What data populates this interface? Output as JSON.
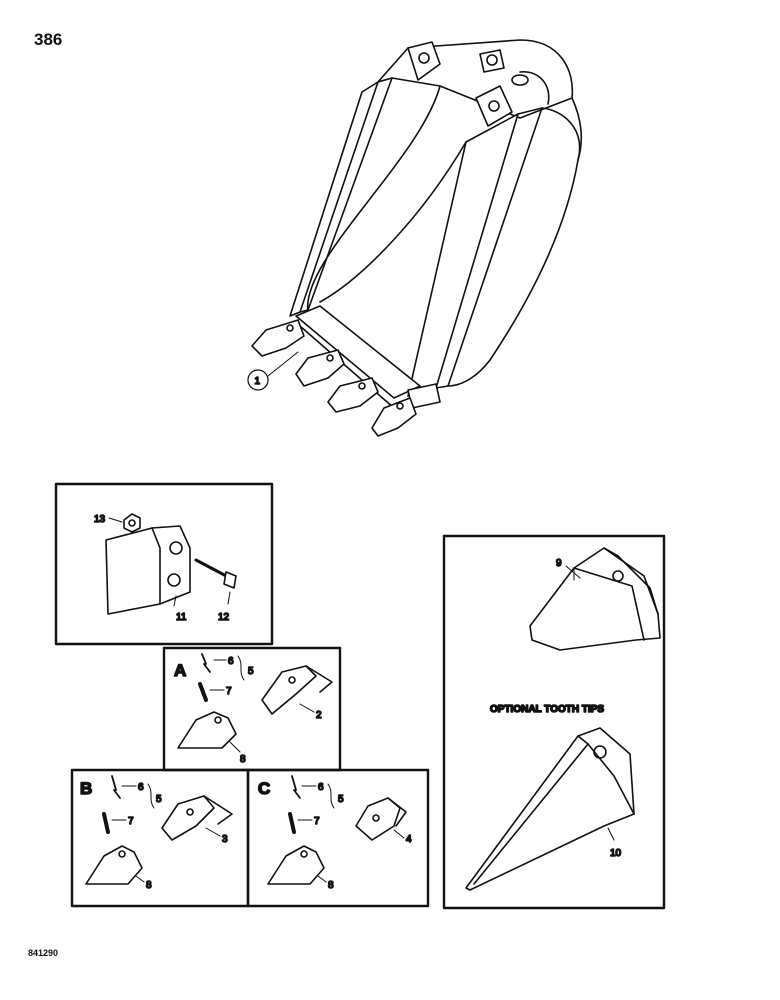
{
  "page_number": "386",
  "drawing_code": "841290",
  "bucket": {
    "callout": "1"
  },
  "side_cutter_panel": {
    "nut": "13",
    "cutter": "11",
    "bolt": "12"
  },
  "tooth_panel_a": {
    "letter": "A",
    "pin_lock": "6",
    "assembly": "5",
    "pin": "7",
    "adapter": "2",
    "tip": "8"
  },
  "tooth_panel_b": {
    "letter": "B",
    "pin_lock": "6",
    "assembly": "5",
    "pin": "7",
    "adapter": "3",
    "tip": "8"
  },
  "tooth_panel_c": {
    "letter": "C",
    "pin_lock": "6",
    "assembly": "5",
    "pin": "7",
    "adapter": "4",
    "tip": "8"
  },
  "optional_panel": {
    "title": "OPTIONAL TOOTH TIPS",
    "tip_short": "9",
    "tip_long": "10"
  }
}
